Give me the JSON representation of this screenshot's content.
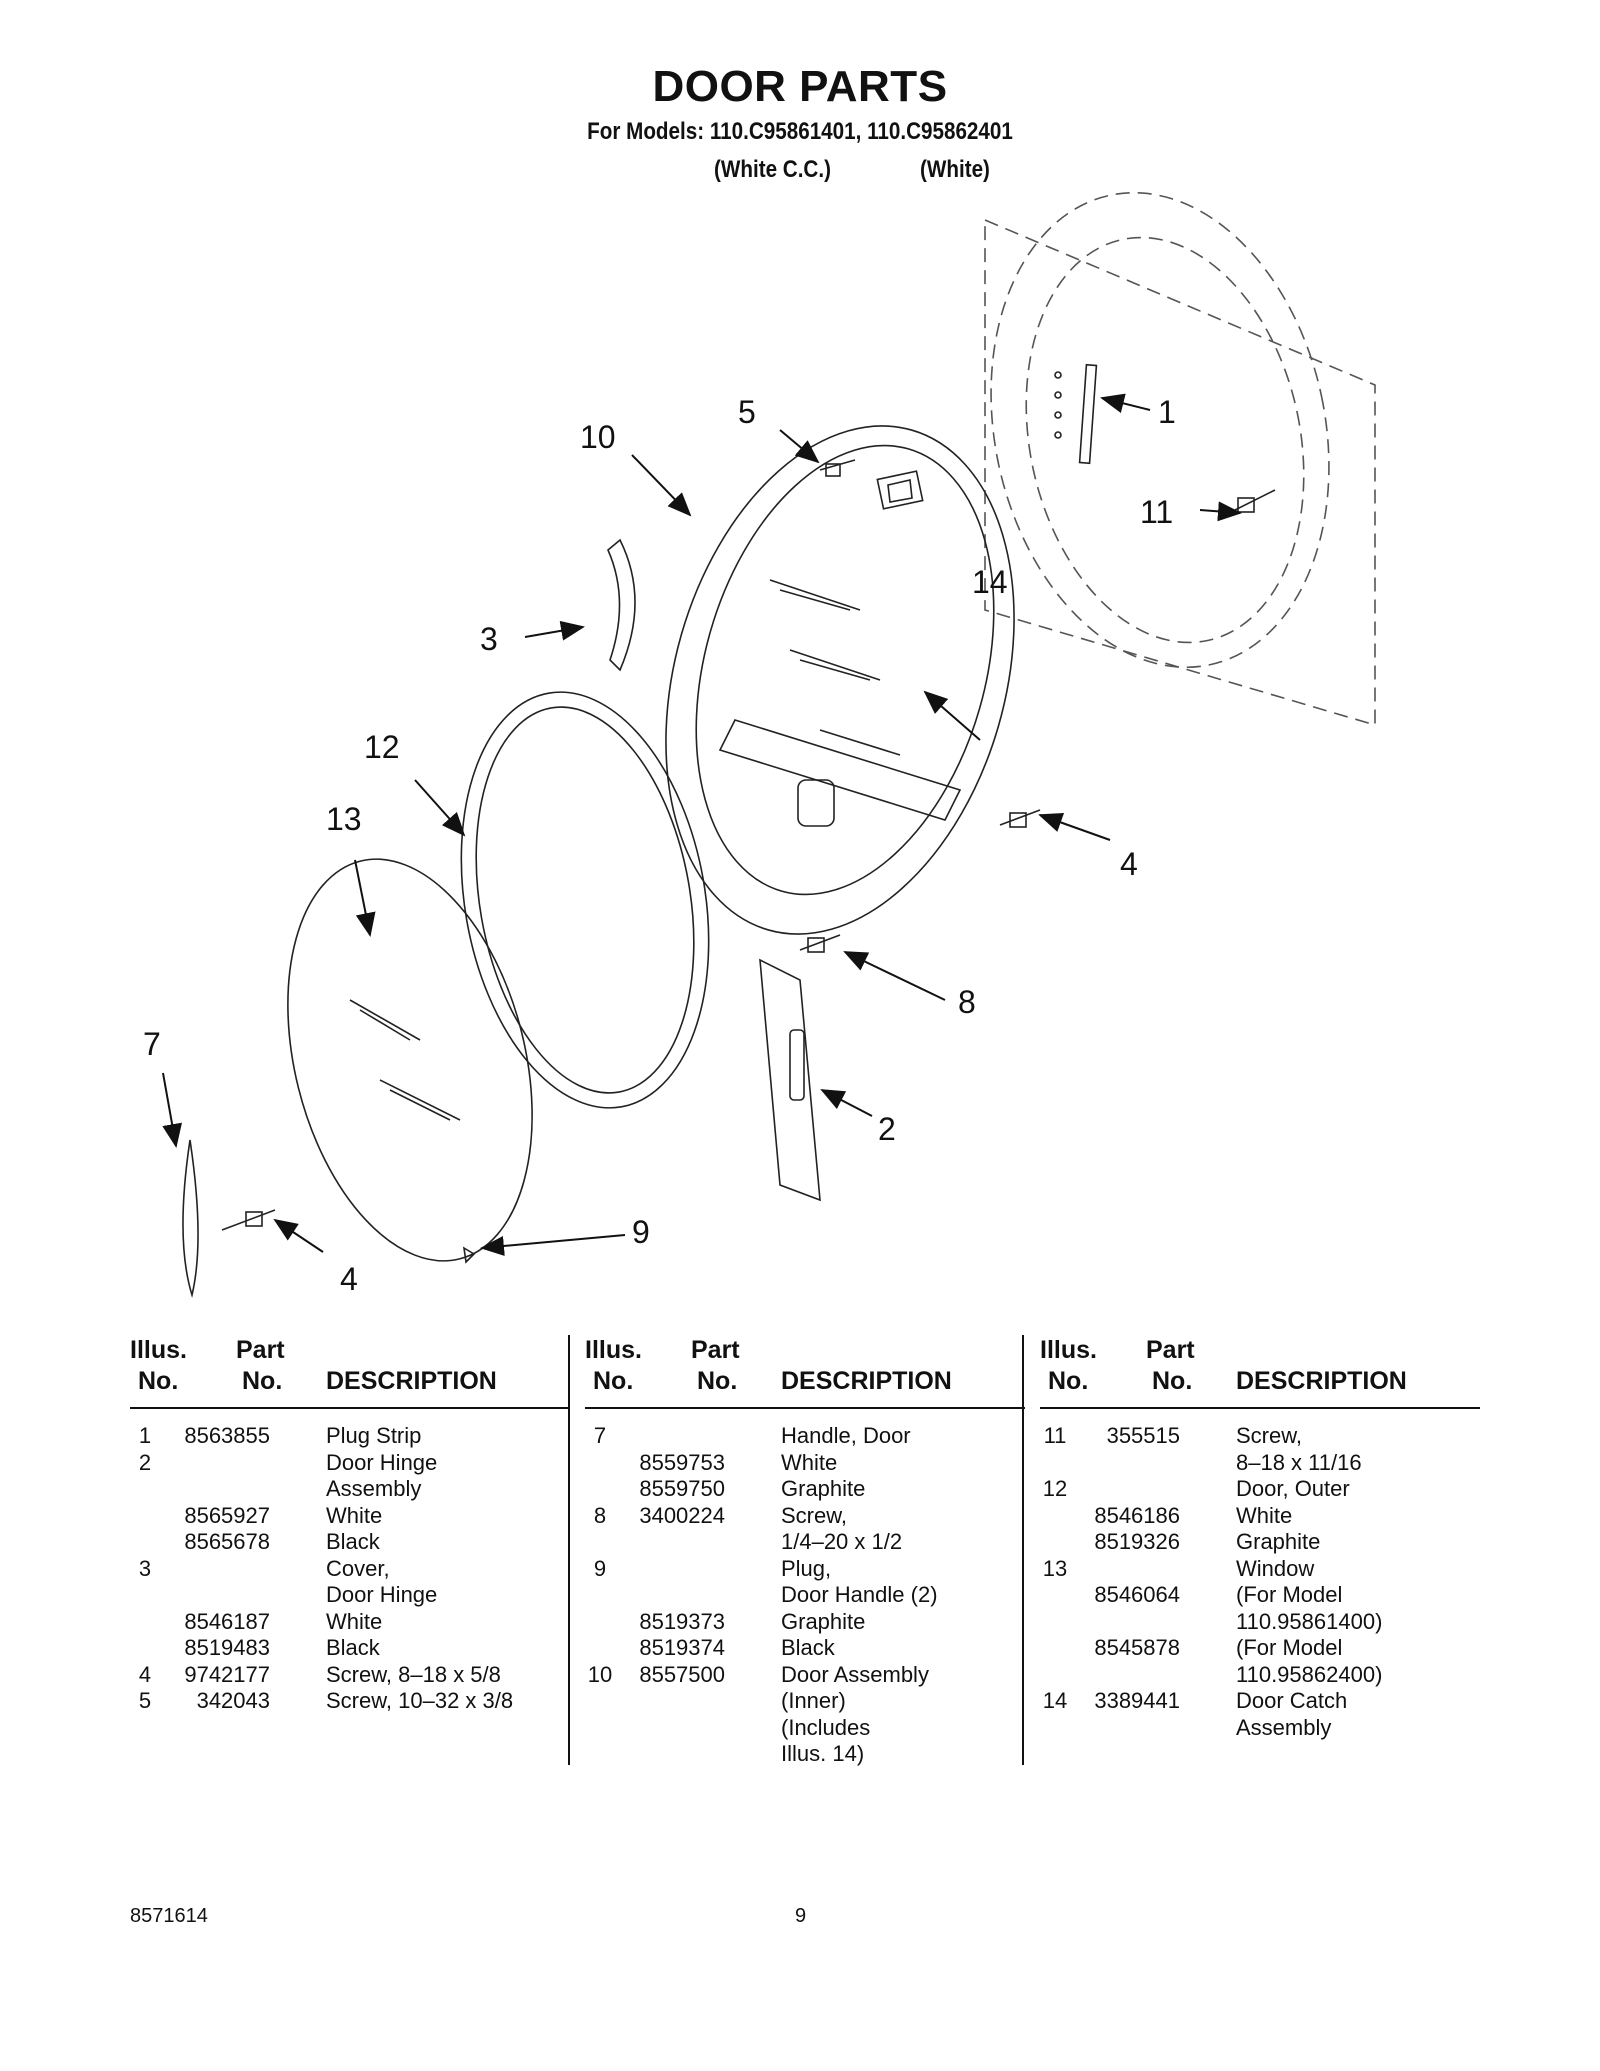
{
  "header": {
    "title": "DOOR PARTS",
    "models_line": "For Models: 110.C95861401, 110.C95862401",
    "variant_1": "(White C.C.)",
    "variant_2": "(White)"
  },
  "diagram": {
    "callouts": [
      "1",
      "2",
      "3",
      "4",
      "5",
      "7",
      "8",
      "9",
      "10",
      "11",
      "12",
      "13",
      "14",
      "4"
    ]
  },
  "table": {
    "headers": {
      "illus": "Illus.",
      "illus_no": "No.",
      "part": "Part",
      "part_no": "No.",
      "description": "DESCRIPTION"
    },
    "columns": [
      [
        {
          "illus": "1",
          "part": "8563855",
          "desc": "Plug Strip"
        },
        {
          "illus": "2",
          "part": "",
          "desc": "Door Hinge"
        },
        {
          "illus": "",
          "part": "",
          "desc": "Assembly"
        },
        {
          "illus": "",
          "part": "8565927",
          "desc": "White"
        },
        {
          "illus": "",
          "part": "8565678",
          "desc": "Black"
        },
        {
          "illus": "3",
          "part": "",
          "desc": "Cover,"
        },
        {
          "illus": "",
          "part": "",
          "desc": "Door Hinge"
        },
        {
          "illus": "",
          "part": "8546187",
          "desc": "White"
        },
        {
          "illus": "",
          "part": "8519483",
          "desc": "Black"
        },
        {
          "illus": "4",
          "part": "9742177",
          "desc": "Screw, 8–18 x 5/8"
        },
        {
          "illus": "5",
          "part": "342043",
          "desc": "Screw, 10–32 x 3/8"
        }
      ],
      [
        {
          "illus": "7",
          "part": "",
          "desc": "Handle, Door"
        },
        {
          "illus": "",
          "part": "8559753",
          "desc": "White"
        },
        {
          "illus": "",
          "part": "8559750",
          "desc": "Graphite"
        },
        {
          "illus": "8",
          "part": "3400224",
          "desc": "Screw,"
        },
        {
          "illus": "",
          "part": "",
          "desc": "1/4–20 x 1/2"
        },
        {
          "illus": "9",
          "part": "",
          "desc": "Plug,"
        },
        {
          "illus": "",
          "part": "",
          "desc": "Door Handle (2)"
        },
        {
          "illus": "",
          "part": "8519373",
          "desc": "Graphite"
        },
        {
          "illus": "",
          "part": "8519374",
          "desc": "Black"
        },
        {
          "illus": "10",
          "part": "8557500",
          "desc": "Door Assembly"
        },
        {
          "illus": "",
          "part": "",
          "desc": "(Inner)"
        },
        {
          "illus": "",
          "part": "",
          "desc": "(Includes"
        },
        {
          "illus": "",
          "part": "",
          "desc": " Illus. 14)"
        }
      ],
      [
        {
          "illus": "11",
          "part": "355515",
          "desc": "Screw,"
        },
        {
          "illus": "",
          "part": "",
          "desc": "8–18 x 11/16"
        },
        {
          "illus": "12",
          "part": "",
          "desc": "Door, Outer"
        },
        {
          "illus": "",
          "part": "8546186",
          "desc": "White"
        },
        {
          "illus": "",
          "part": "8519326",
          "desc": "Graphite"
        },
        {
          "illus": "13",
          "part": "",
          "desc": "Window"
        },
        {
          "illus": "",
          "part": "8546064",
          "desc": "(For Model"
        },
        {
          "illus": "",
          "part": "",
          "desc": " 110.95861400)"
        },
        {
          "illus": "",
          "part": "8545878",
          "desc": "(For Model"
        },
        {
          "illus": "",
          "part": "",
          "desc": " 110.95862400)"
        },
        {
          "illus": "14",
          "part": "3389441",
          "desc": "Door Catch"
        },
        {
          "illus": "",
          "part": "",
          "desc": "Assembly"
        }
      ]
    ]
  },
  "footer": {
    "doc_number": "8571614",
    "page_number": "9"
  }
}
